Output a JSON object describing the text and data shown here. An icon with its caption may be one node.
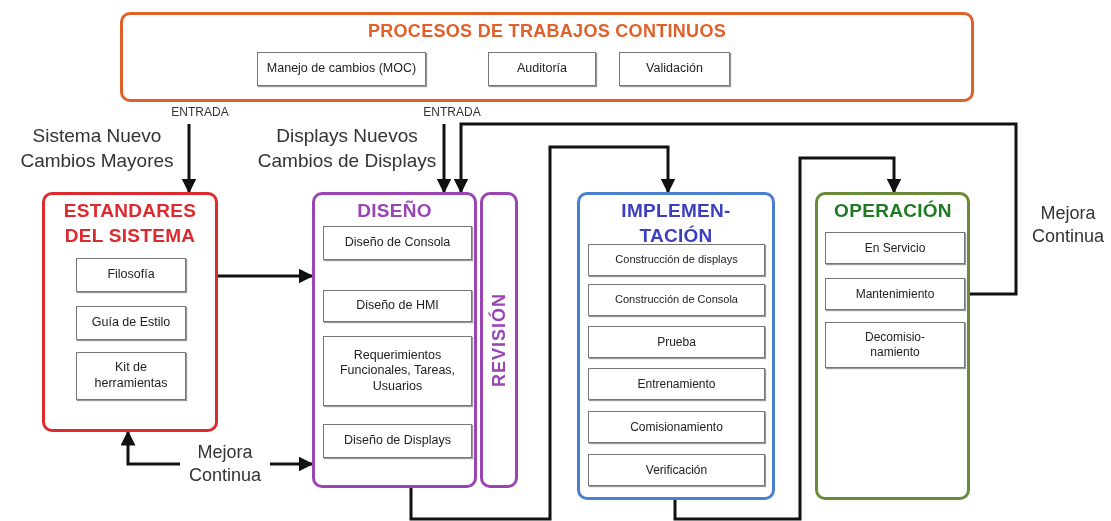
{
  "diagram": {
    "nodes": [
      {
        "text": [
          "PROCESOS DE TRABAJOS CONTINUOS"
        ]
      },
      {
        "text": [
          "Manejo de cambios (MOC)"
        ],
        "in": 0
      },
      {
        "text": [
          "Auditoría"
        ],
        "in": 0
      },
      {
        "text": [
          "Validación"
        ],
        "in": 0
      },
      {
        "text": [
          "ESTANDARES DEL SISTEMA"
        ]
      },
      {
        "text": [
          "Filosofía"
        ],
        "in": 4
      },
      {
        "text": [
          "Guía de Estilo"
        ],
        "in": 4
      },
      {
        "text": [
          "Kit de herramientas"
        ],
        "in": 4
      },
      {
        "text": [
          "DISEÑO"
        ]
      },
      {
        "text": [
          "Diseño de Consola"
        ],
        "in": 8
      },
      {
        "text": [
          "Diseño de HMI"
        ],
        "in": 8
      },
      {
        "text": [
          "Requerimientos Funcionales, Tareas, Usuarios"
        ],
        "in": 8
      },
      {
        "text": [
          "Diseño de Displays"
        ],
        "in": 8
      },
      {
        "text": [
          "REVISIÓN"
        ]
      },
      {
        "text": [
          "IMPLEMEN- TACIÓN"
        ]
      },
      {
        "text": [
          "Construcción de displays"
        ],
        "in": 14
      },
      {
        "text": [
          "Construcción de Consola"
        ],
        "in": 14
      },
      {
        "text": [
          "Prueba"
        ],
        "in": 14
      },
      {
        "text": [
          "Entrenamiento"
        ],
        "in": 14
      },
      {
        "text": [
          "Comisionamiento"
        ],
        "in": 14
      },
      {
        "text": [
          "Verificación"
        ],
        "in": 14
      },
      {
        "text": [
          "OPERACIÓN"
        ]
      },
      {
        "text": [
          "En Servicio"
        ],
        "in": 21
      },
      {
        "text": [
          "Mantenimiento"
        ],
        "in": 21
      },
      {
        "text": [
          "Decomisio- namiento"
        ],
        "in": 21
      },
      {
        "text": [
          "Sistema Nuevo Cambios Mayores"
        ]
      },
      {
        "text": [
          "Displays Nuevos Cambios de Displays"
        ]
      }
    ],
    "edges": [
      {
        "from": 25,
        "to": 4,
        "arrow": "to",
        "label": "ENTRADA"
      },
      {
        "from": 4,
        "to": 8,
        "arrow": "to"
      },
      {
        "from": 4,
        "to": 8,
        "arrow": "both",
        "label": "Mejora Continua"
      },
      {
        "from": 26,
        "to": 8,
        "arrow": "to",
        "label": "ENTRADA"
      },
      {
        "from": 23,
        "to": 8,
        "arrow": "to",
        "label": "Mejora Continua"
      },
      {
        "from": 8,
        "to": 14,
        "arrow": "to"
      },
      {
        "from": 14,
        "to": 21,
        "arrow": "to"
      }
    ]
  }
}
